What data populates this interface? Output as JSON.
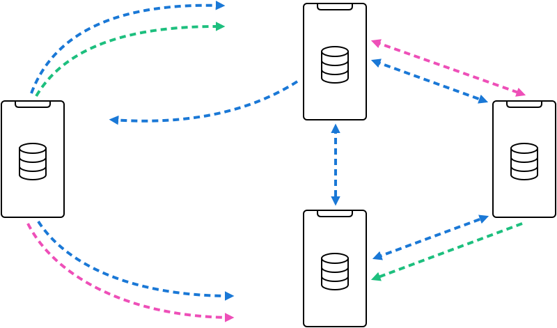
{
  "colors": {
    "blue": "#1a78d6",
    "green": "#1dbf7e",
    "pink": "#ee4fb8",
    "outline": "#000000",
    "background": "#ffffff"
  },
  "devices": [
    {
      "id": "phone-left",
      "icon": "database-icon"
    },
    {
      "id": "phone-top",
      "icon": "database-icon"
    },
    {
      "id": "phone-right",
      "icon": "database-icon"
    },
    {
      "id": "phone-bottom",
      "icon": "database-icon"
    }
  ],
  "connections": [
    {
      "from": "phone-left",
      "to": "offscreen-top",
      "color": "blue",
      "direction": "out"
    },
    {
      "from": "phone-left",
      "to": "offscreen-top",
      "color": "green",
      "direction": "out"
    },
    {
      "from": "phone-top",
      "to": "phone-left",
      "color": "blue",
      "direction": "out"
    },
    {
      "from": "phone-left",
      "to": "offscreen-bottom",
      "color": "blue",
      "direction": "out"
    },
    {
      "from": "phone-left",
      "to": "offscreen-bottom",
      "color": "pink",
      "direction": "out"
    },
    {
      "from": "phone-top",
      "to": "phone-right",
      "color": "pink",
      "direction": "both"
    },
    {
      "from": "phone-top",
      "to": "phone-right",
      "color": "blue",
      "direction": "both"
    },
    {
      "from": "phone-top",
      "to": "phone-bottom",
      "color": "blue",
      "direction": "both"
    },
    {
      "from": "phone-bottom",
      "to": "phone-right",
      "color": "blue",
      "direction": "both"
    },
    {
      "from": "phone-right",
      "to": "phone-bottom",
      "color": "green",
      "direction": "out"
    }
  ]
}
